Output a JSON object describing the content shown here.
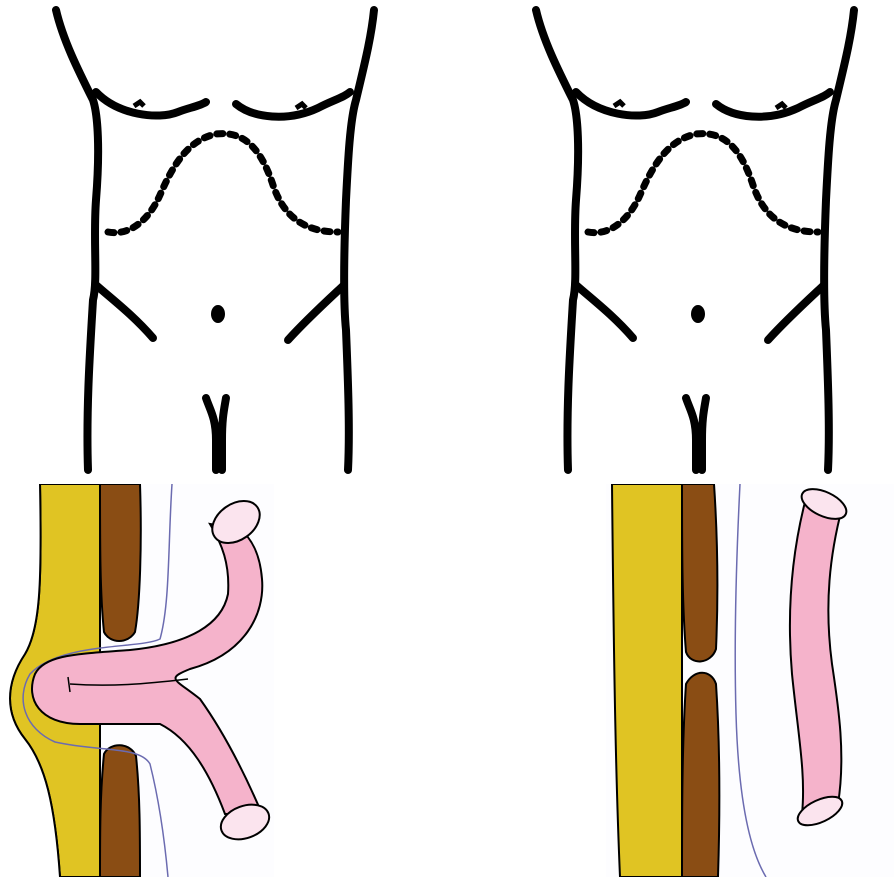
{
  "colors": {
    "outline": "#000000",
    "fat": "#e0c423",
    "muscle": "#8a4d14",
    "bowel": "#f5b3cb",
    "bowel_lumen": "#fbe4ee",
    "peritoneum": "#6b6bb0",
    "background": "#ffffff"
  },
  "panels": [
    {
      "id": "torso-left",
      "icon": "torso-outline-icon"
    },
    {
      "id": "torso-right",
      "icon": "torso-outline-icon"
    },
    {
      "id": "cross-left",
      "icon": "herniated-bowel-cross-section-icon"
    },
    {
      "id": "cross-right",
      "icon": "intact-wall-cross-section-icon"
    }
  ]
}
